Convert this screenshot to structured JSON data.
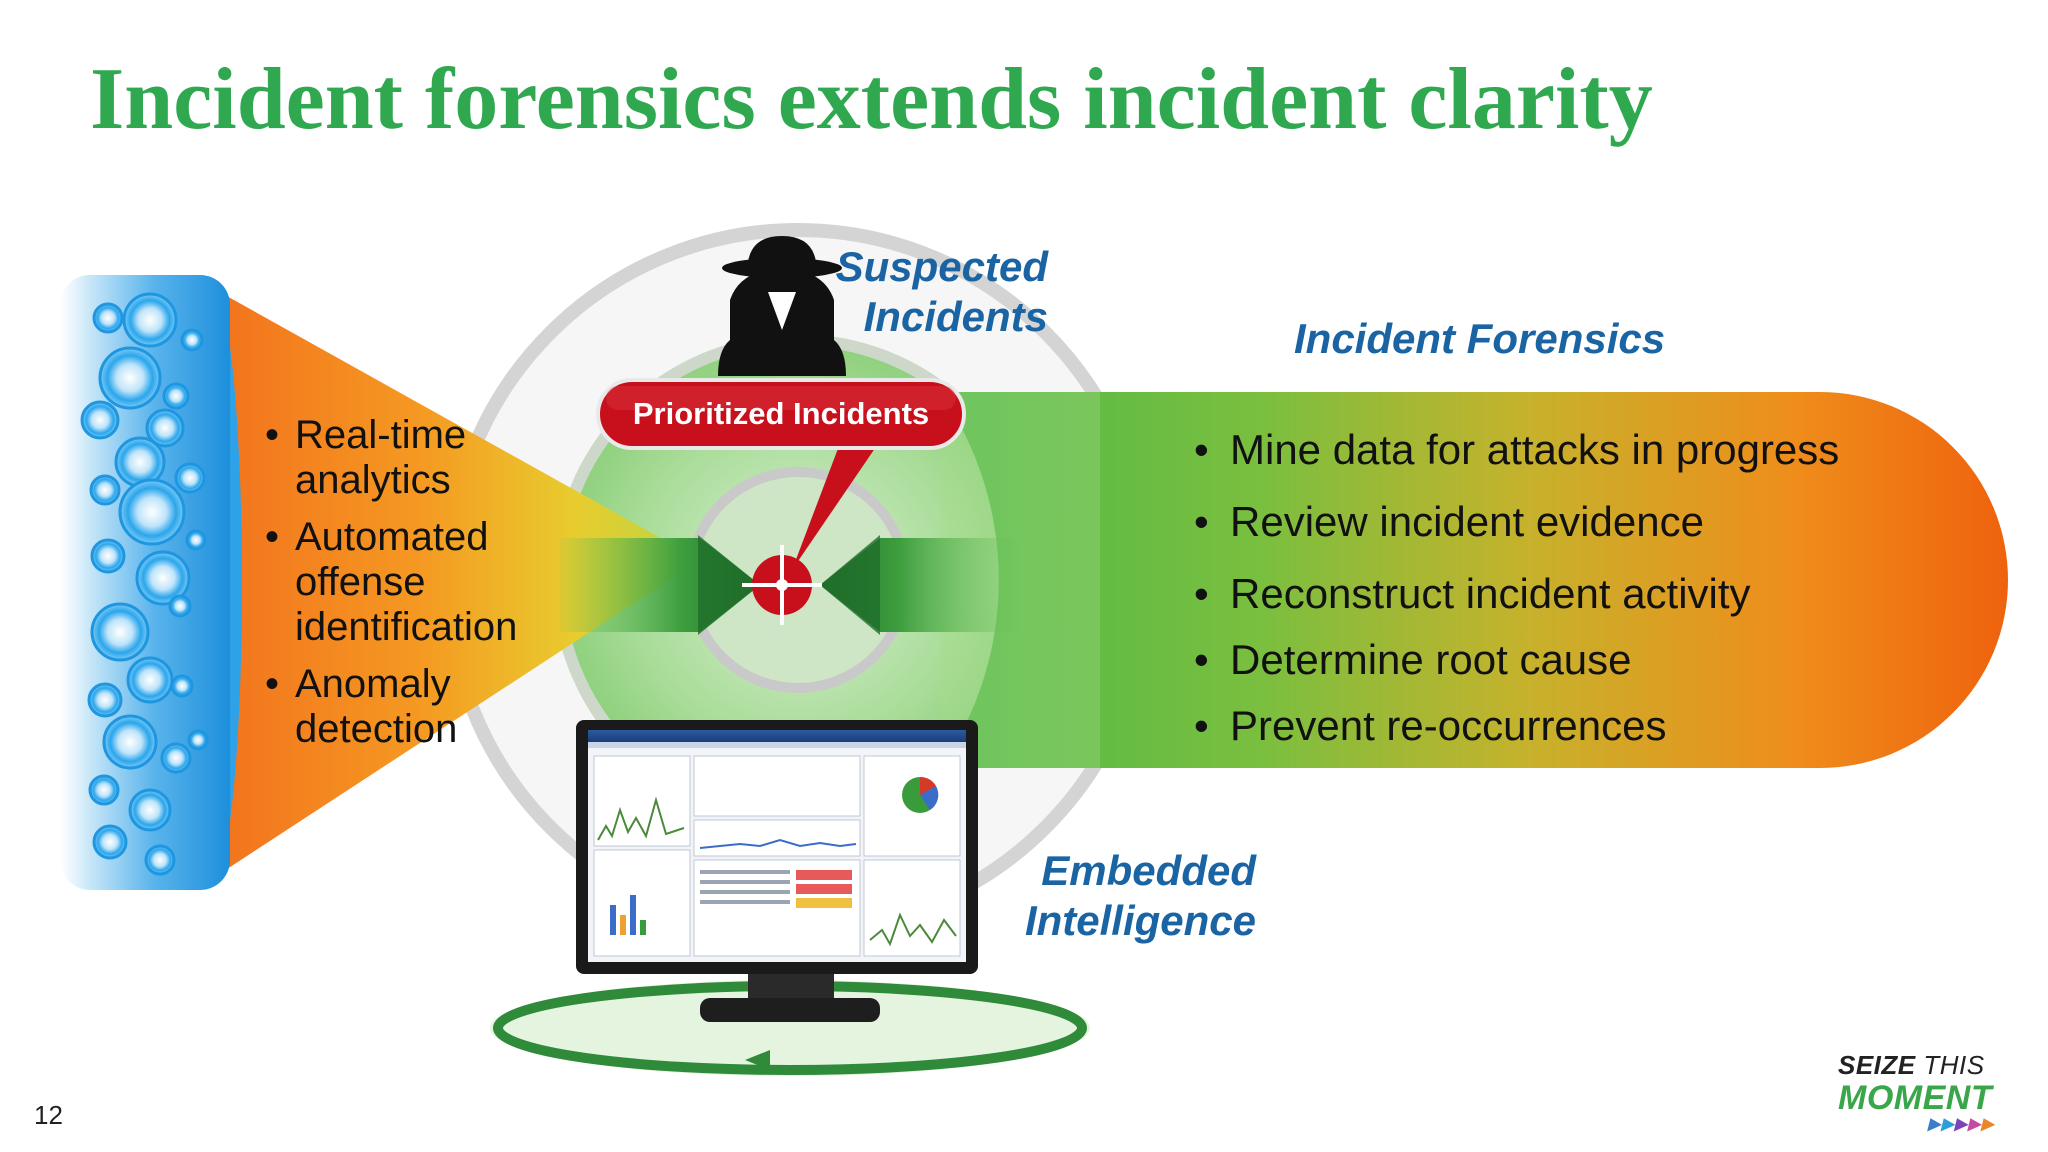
{
  "slide": {
    "title": "Incident forensics extends incident clarity",
    "page_number": "12"
  },
  "labels": {
    "suspected": [
      "Suspected",
      "Incidents"
    ],
    "forensics_heading": "Incident Forensics",
    "embedded": [
      "Embedded",
      "Intelligence"
    ],
    "callout": "Prioritized Incidents"
  },
  "left_bullets": [
    [
      "Real-time",
      "analytics"
    ],
    [
      "Automated",
      "offense",
      "identification"
    ],
    [
      "Anomaly",
      "detection"
    ]
  ],
  "right_bullets": [
    "Mine data for attacks in progress",
    "Review incident evidence",
    "Reconstruct incident activity",
    "Determine root cause",
    "Prevent re-occurrences"
  ],
  "logo": {
    "line1_bold": "SEIZE",
    "line1_thin": "THIS",
    "line2": "MOMENT",
    "arrow_colors": [
      "#3a7cc8",
      "#2a9fd8",
      "#7a45b8",
      "#c84aa0",
      "#e8862a"
    ]
  },
  "colors": {
    "title_green": "#2fa84f",
    "label_blue": "#1a64a4",
    "callout_red": "#c8101d",
    "cone_orange": "#f47a20",
    "band_green": "#4db848",
    "band_orange": "#f06a0f"
  },
  "icons": {
    "suspect": "hooded-figure-icon",
    "target": "crosshair-target-icon",
    "monitor": "dashboard-monitor-icon"
  }
}
